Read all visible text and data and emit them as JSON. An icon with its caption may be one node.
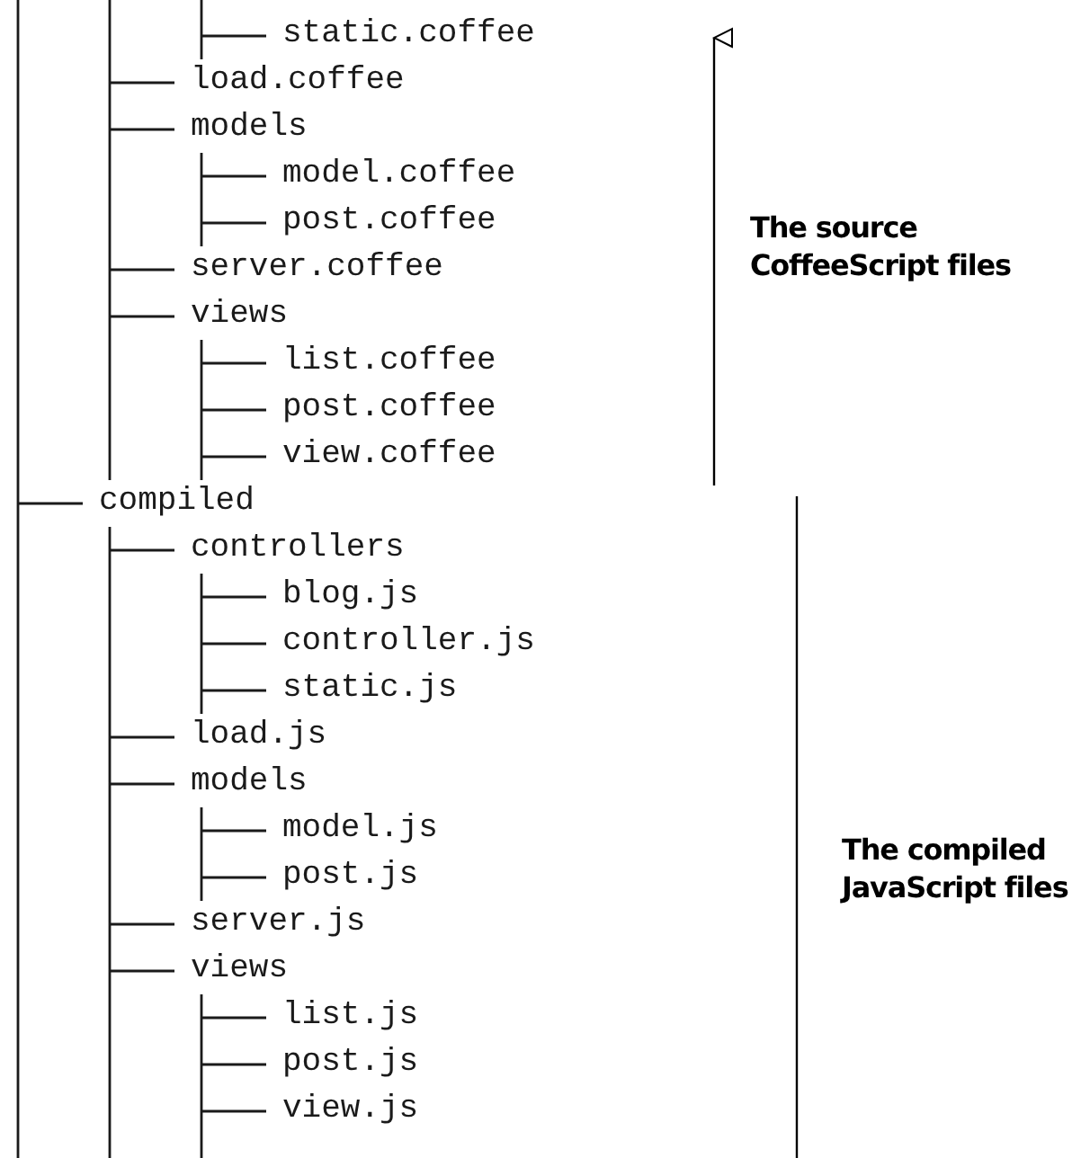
{
  "diagram": {
    "labels": [
      "static.coffee",
      "load.coffee",
      "models",
      "model.coffee",
      "post.coffee",
      "server.coffee",
      "views",
      "list.coffee",
      "post.coffee",
      "view.coffee",
      "compiled",
      "controllers",
      "blog.js",
      "controller.js",
      "static.js",
      "load.js",
      "models",
      "model.js",
      "post.js",
      "server.js",
      "views",
      "list.js",
      "post.js",
      "view.js",
      "The source CoffeeScript files",
      "The compiled JavaScript files"
    ]
  }
}
